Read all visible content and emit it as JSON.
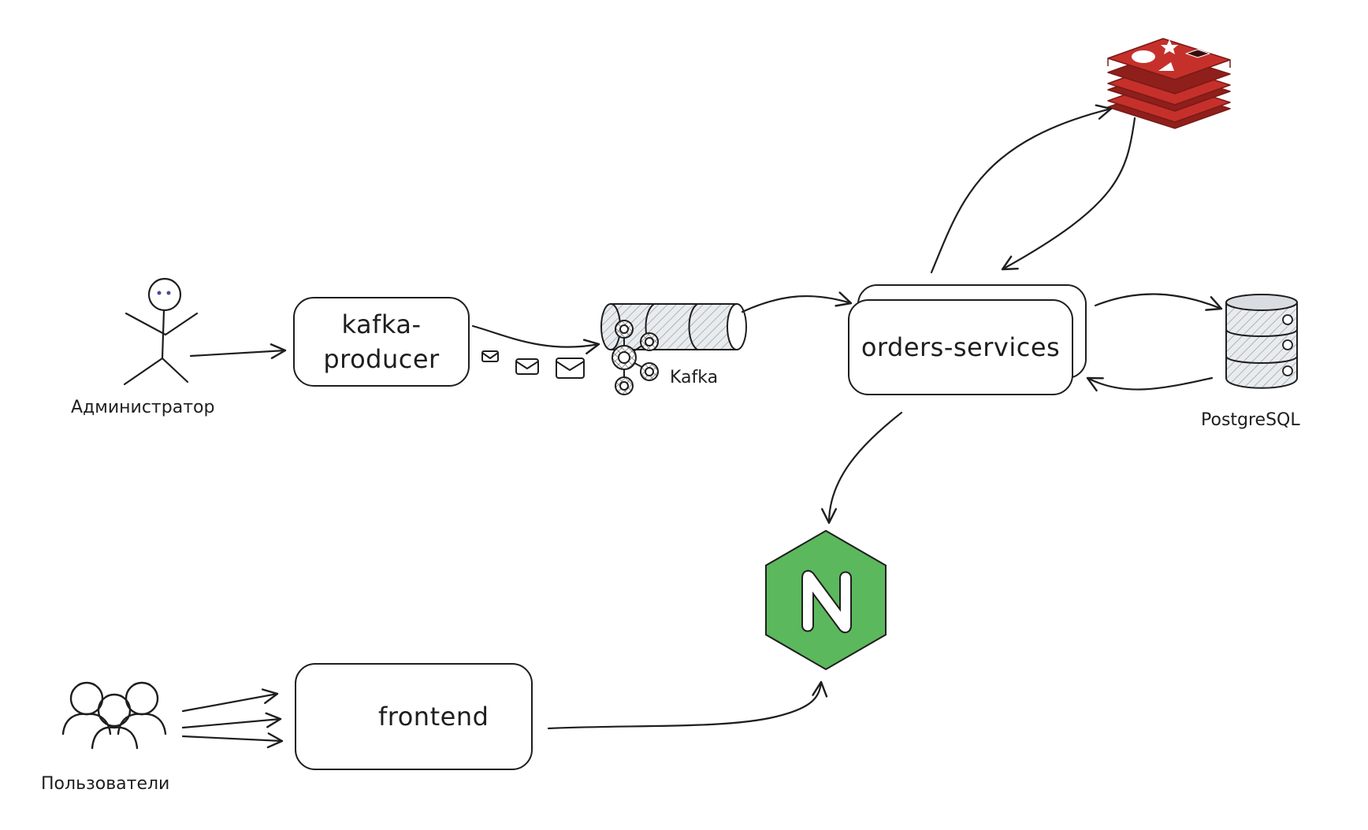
{
  "diagram": {
    "actors": {
      "admin": {
        "label": "Администратор"
      },
      "users": {
        "label": "Пользователи"
      }
    },
    "nodes": {
      "producer": {
        "label_line1": "kafka-",
        "label_line2": "producer"
      },
      "kafka": {
        "label": "Kafka"
      },
      "orders": {
        "label": "orders-services"
      },
      "postgres": {
        "label": "PostgreSQL"
      },
      "frontend": {
        "label": "frontend"
      },
      "redis": {
        "icon": "redis-icon"
      },
      "nginx": {
        "icon": "nginx-icon",
        "letter": "N"
      }
    },
    "colors": {
      "stroke": "#1e1e1e",
      "redis": "#c6302b",
      "redis_dark": "#8f1f1b",
      "nginx": "#5cb85c",
      "db_gray": "#c8ccd1"
    }
  }
}
